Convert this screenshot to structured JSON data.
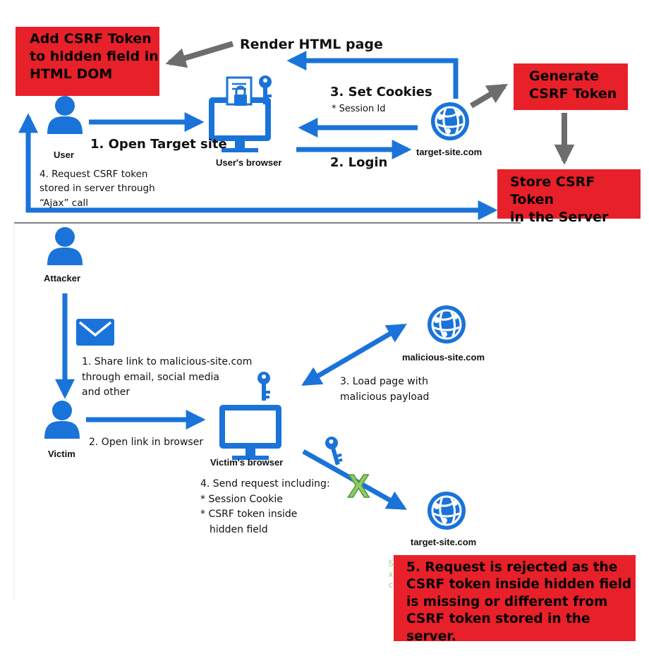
{
  "colors": {
    "arrow_blue": "#1a73d9",
    "arrow_gray": "#6d6d6d",
    "red_box": "#e8202a",
    "x_green": "#8fc96a"
  },
  "top": {
    "box_add_token": [
      "Add CSRF Token",
      "to hidden field in",
      "HTML DOM"
    ],
    "box_generate": [
      "Generate",
      "CSRF Token"
    ],
    "box_store": [
      "Store CSRF Token",
      "in the Server"
    ],
    "render_html": "Render HTML page",
    "set_cookies": "3. Set Cookies",
    "session_id": "* Session Id",
    "login": "2. Login",
    "open_target": "1. Open Target site",
    "user_label": "User",
    "browser_label": "User's browser",
    "server_label": "target-site.com",
    "request_token": [
      "4. Request CSRF token",
      "stored in server through",
      "“Ajax” call"
    ]
  },
  "bottom": {
    "attacker_label": "Attacker",
    "share_link": [
      "1. Share link to malicious-site.com",
      "through email, social media",
      "and other"
    ],
    "victim_label": "Victim",
    "open_link": "2. Open link in browser",
    "browser_label": "Victim's browser",
    "malicious_label": "malicious-site.com",
    "load_page": [
      "3. Load page with",
      "malicious payload"
    ],
    "send_request": [
      "4. Send request including:",
      "* Session Cookie",
      "* CSRF token inside",
      "hidden field"
    ],
    "target_label": "target-site.com",
    "rejected": [
      "5. Request is rejected as the",
      "CSRF token inside hidden field",
      "is missing or different from",
      "CSRF token stored in the server."
    ]
  },
  "icons": [
    "user-icon",
    "browser-monitor-icon",
    "document-lock-icon",
    "key-icon",
    "globe-server-icon",
    "envelope-icon",
    "x-mark-icon"
  ]
}
